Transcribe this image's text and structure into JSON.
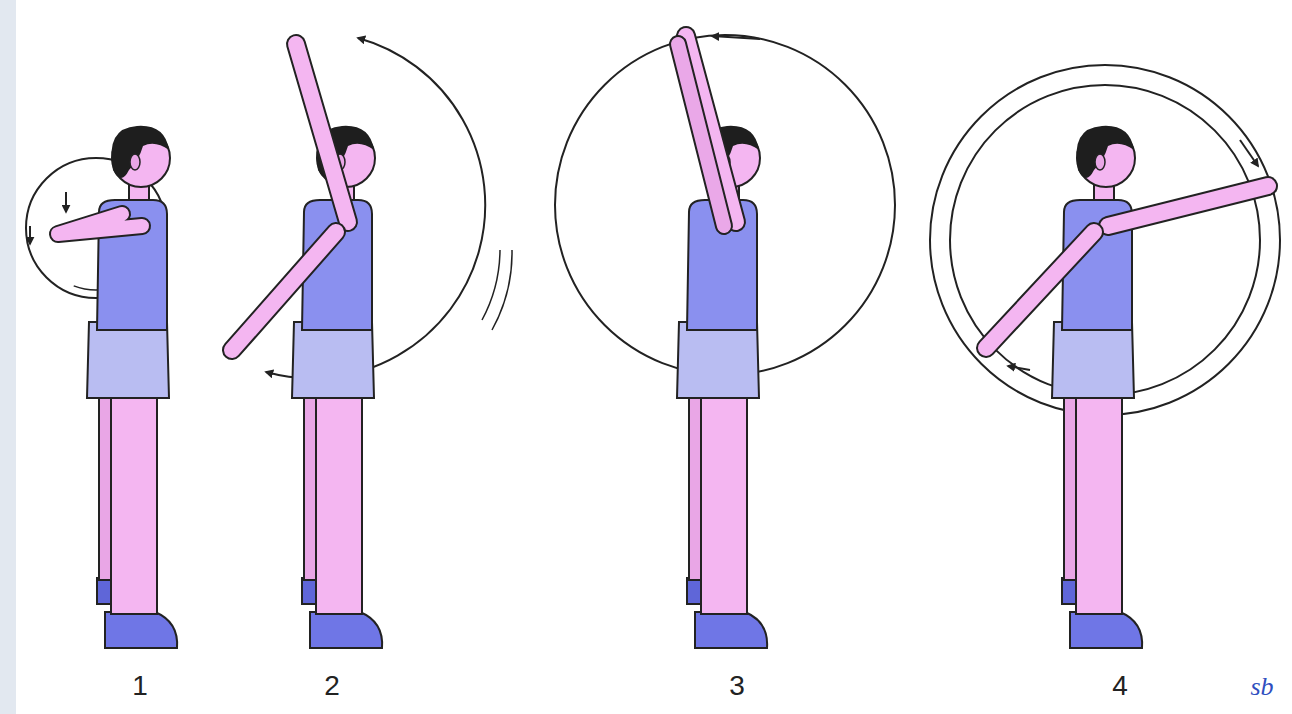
{
  "diagram": {
    "labels": [
      "1",
      "2",
      "3",
      "4",
      "sb"
    ]
  }
}
